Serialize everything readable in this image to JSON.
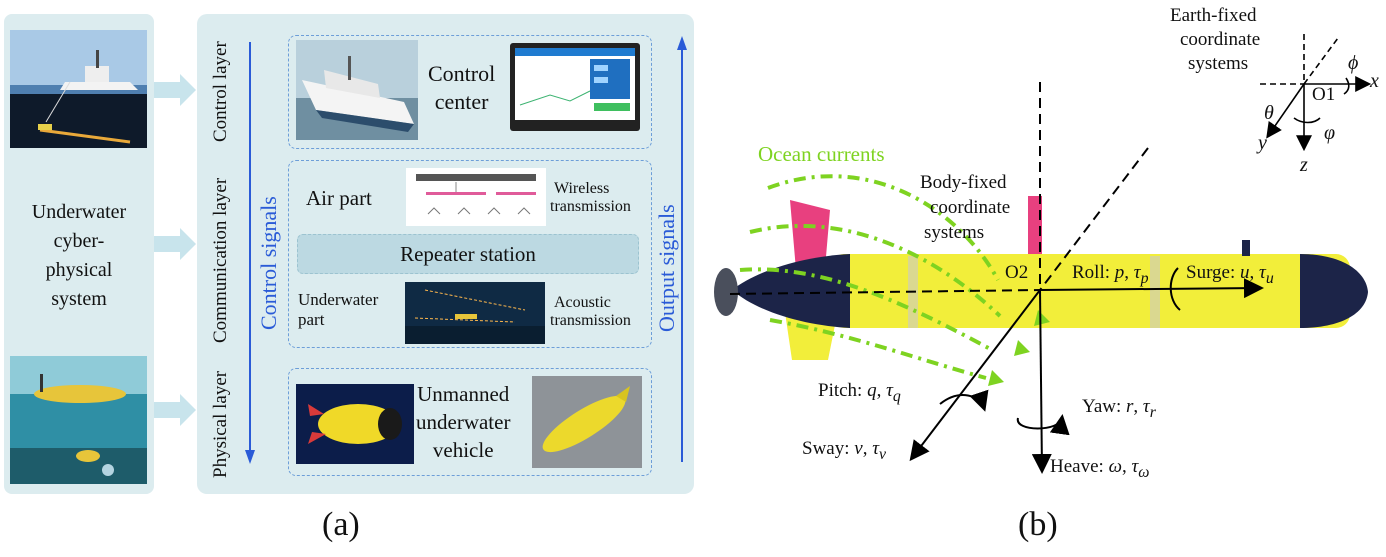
{
  "panel_a": {
    "left_label": [
      "Underwater",
      "cyber-",
      "physical",
      "system"
    ],
    "layers": {
      "control": "Control layer",
      "communication": "Communication layer",
      "physical": "Physical layer"
    },
    "control_center": [
      "Control",
      "center"
    ],
    "air_part": "Air part",
    "wireless": [
      "Wireless",
      "transmission"
    ],
    "repeater": "Repeater station",
    "underwater_part": [
      "Underwater",
      "part"
    ],
    "acoustic": [
      "Acoustic",
      "transmission"
    ],
    "uuv": [
      "Unmanned",
      "underwater",
      "vehicle"
    ],
    "control_signals": "Control signals",
    "output_signals": "Output signals",
    "caption": "(a)"
  },
  "panel_b": {
    "earth_fixed": [
      "Earth-fixed",
      "coordinate",
      "systems"
    ],
    "body_fixed": [
      "Body-fixed",
      "coordinate",
      "systems"
    ],
    "ocean_currents": "Ocean currents",
    "o1": "O1",
    "o2": "O2",
    "earth_axes": {
      "x": "x",
      "y": "y",
      "z": "z",
      "phi": "ϕ",
      "theta": "θ",
      "varphi": "φ"
    },
    "roll": {
      "name": "Roll: ",
      "var": "p",
      "tau": "τ",
      "sub": "p"
    },
    "surge": {
      "name": "Surge: ",
      "var": "u",
      "tau": "τ",
      "sub": "u"
    },
    "pitch": {
      "name": "Pitch: ",
      "var": "q",
      "tau": "τ",
      "sub": "q"
    },
    "yaw": {
      "name": "Yaw: ",
      "var": "r",
      "tau": "τ",
      "sub": "r"
    },
    "sway": {
      "name": "Sway: ",
      "var": "v",
      "tau": "τ",
      "sub": "v"
    },
    "heave": {
      "name": "Heave: ",
      "var": "ω",
      "tau": "τ",
      "sub": "ω"
    },
    "caption": "(b)"
  },
  "colors": {
    "panel_bg": "#dcecef",
    "dashed_border": "#6d9ed8",
    "signal_blue": "#2a5bd7",
    "ocean_green": "#7ed321",
    "vehicle_yellow": "#f2ee3a",
    "fin_pink": "#e8407f",
    "vehicle_navy": "#1c2448"
  }
}
